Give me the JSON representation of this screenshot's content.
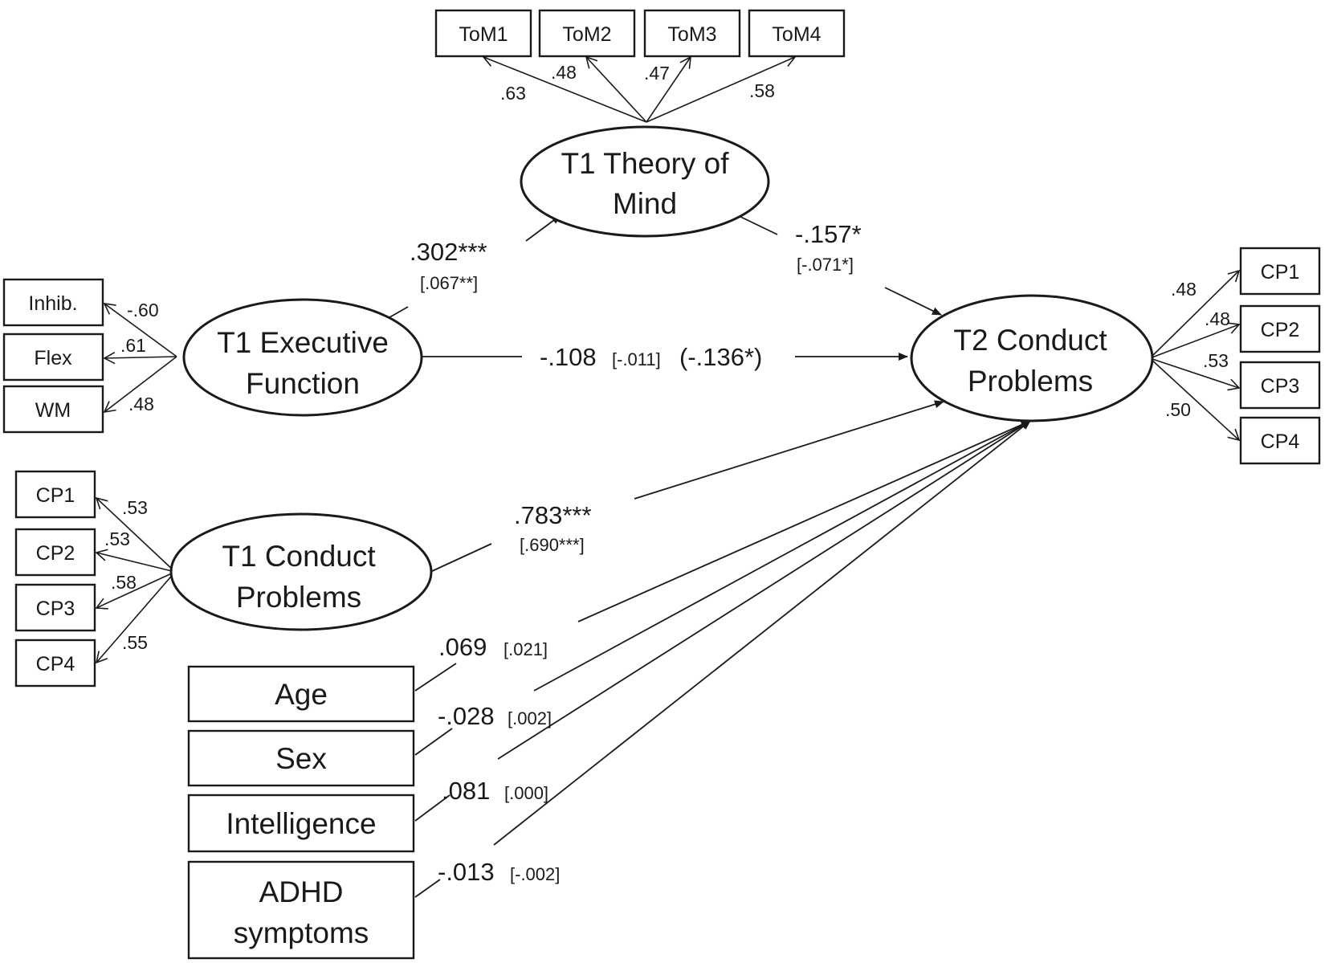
{
  "latent": {
    "tom": {
      "line1": "T1 Theory of",
      "line2": "Mind"
    },
    "ef": {
      "line1": "T1 Executive",
      "line2": "Function"
    },
    "t1cp": {
      "line1": "T1 Conduct",
      "line2": "Problems"
    },
    "t2cp": {
      "line1": "T2 Conduct",
      "line2": "Problems"
    }
  },
  "indicators": {
    "tom": [
      "ToM1",
      "ToM2",
      "ToM3",
      "ToM4"
    ],
    "ef": [
      "Inhib.",
      "Flex",
      "WM"
    ],
    "t1cp": [
      "CP1",
      "CP2",
      "CP3",
      "CP4"
    ],
    "t2cp": [
      "CP1",
      "CP2",
      "CP3",
      "CP4"
    ]
  },
  "loadings": {
    "tom": [
      ".63",
      ".48",
      ".47",
      ".58"
    ],
    "ef": [
      "-.60",
      ".61",
      ".48"
    ],
    "t1cp": [
      ".53",
      ".53",
      ".58",
      ".55"
    ],
    "t2cp": [
      ".48",
      ".48",
      ".53",
      ".50"
    ]
  },
  "paths": {
    "ef_tom": {
      "coef": ".302***",
      "indirect": "[.067**]"
    },
    "tom_t2": {
      "coef": "-.157*",
      "indirect": "[-.071*]"
    },
    "ef_t2": {
      "coef": "-.108",
      "indirect": "[-.011]",
      "total": "(-.136*)"
    },
    "t1_t2": {
      "coef": ".783***",
      "indirect": "[.690***]"
    }
  },
  "covariates": {
    "age": {
      "label": "Age",
      "coef": ".069",
      "indirect": "[.021]"
    },
    "sex": {
      "label": "Sex",
      "coef": "-.028",
      "indirect": "[.002]"
    },
    "intelligence": {
      "label": "Intelligence",
      "coef": ".081",
      "indirect": "[.000]"
    },
    "adhd": {
      "line1": "ADHD",
      "line2": "symptoms",
      "coef": "-.013",
      "indirect": "[-.002]"
    }
  }
}
